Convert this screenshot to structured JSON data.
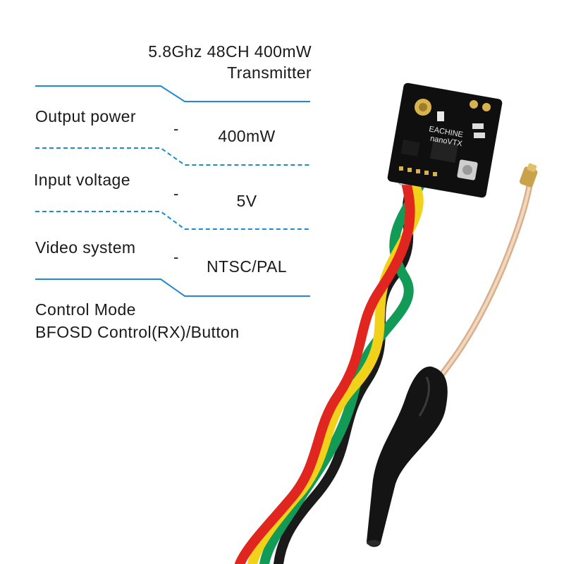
{
  "header": {
    "line1": "5.8Ghz 48CH 400mW",
    "line2": "Transmitter"
  },
  "specs": [
    {
      "label": "Output power",
      "separator": "-",
      "value": "400mW"
    },
    {
      "label": "Input voltage",
      "separator": "-",
      "value": "5V"
    },
    {
      "label": "Video system",
      "separator": "-",
      "value": "NTSC/PAL"
    }
  ],
  "control": {
    "label": "Control Mode",
    "value": "BFOSD Control(RX)/Button"
  },
  "product": {
    "board_print_1": "EACHINE",
    "board_print_2": "nanoVTX"
  },
  "colors": {
    "divider": "#1f8ad1",
    "text": "#1a1a1a",
    "pcb": "#111111",
    "wire_red": "#e0261f",
    "wire_yellow": "#f2d11a",
    "wire_green": "#129a57",
    "wire_black": "#1a1a1a",
    "coax": "#e7c6a6",
    "heatshrink": "#141414"
  }
}
